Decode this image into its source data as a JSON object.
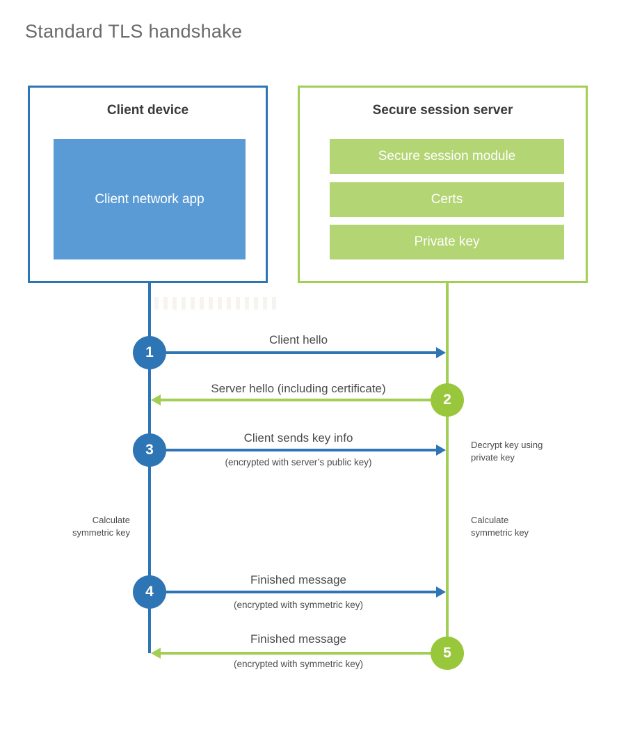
{
  "page": {
    "title": "Standard TLS handshake"
  },
  "colors": {
    "accent_blue": "#2e75b6",
    "accent_blue_light": "#5b9bd5",
    "accent_green_line": "#a2ce55",
    "accent_green_circle": "#99c73c",
    "accent_green_bar": "#b3d573"
  },
  "client_box": {
    "title": "Client device",
    "app_label": "Client network app"
  },
  "server_box": {
    "title": "Secure session server",
    "modules": [
      "Secure session module",
      "Certs",
      "Private key"
    ]
  },
  "steps": [
    {
      "num": "1",
      "label": "Client hello",
      "sublabel": "",
      "direction": "client-to-server"
    },
    {
      "num": "2",
      "label": "Server hello (including certificate)",
      "sublabel": "",
      "direction": "server-to-client"
    },
    {
      "num": "3",
      "label": "Client sends key info",
      "sublabel": "(encrypted with server’s public key)",
      "direction": "client-to-server"
    },
    {
      "num": "4",
      "label": "Finished message",
      "sublabel": "(encrypted with symmetric key)",
      "direction": "client-to-server"
    },
    {
      "num": "5",
      "label": "Finished message",
      "sublabel": "(encrypted with symmetric key)",
      "direction": "server-to-client"
    }
  ],
  "notes": {
    "decrypt": {
      "line1": "Decrypt key using",
      "line2": "private key"
    },
    "calc_left": {
      "line1": "Calculate",
      "line2": "symmetric key"
    },
    "calc_right": {
      "line1": "Calculate",
      "line2": "symmetric key"
    }
  }
}
